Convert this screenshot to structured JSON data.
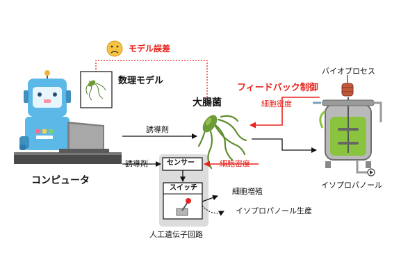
{
  "labels": {
    "model_error": "モデル誤差",
    "math_model": "数理モデル",
    "feedback_control": "フィードバック制御",
    "ecoli": "大腸菌",
    "cell_density_feedback": "細胞密度",
    "bioprocess": "バイオプロセス",
    "inducer_main": "誘導剤",
    "inducer_sensor": "誘導剤",
    "sensor": "センサー",
    "cell_density_sensor": "細胞密度",
    "switch": "スイッチ",
    "cell_growth": "細胞増殖",
    "isopropanol_production": "イソプロパノール生産",
    "artificial_circuit": "人工遺伝子回路",
    "computer": "コンピュータ",
    "isopropanol": "イソプロパノール"
  },
  "colors": {
    "highlight_red": "#e8231d",
    "robot_blue": "#5cb8e6",
    "bacteria_green": "#5f8d2e",
    "circuit_bg": "#dcdcdc",
    "tank_green": "#8ac43f"
  },
  "icons": [
    "robot-icon",
    "laptop-icon",
    "sad-face-icon",
    "bacterium-icon",
    "bioreactor-icon",
    "switch-lever-icon"
  ]
}
